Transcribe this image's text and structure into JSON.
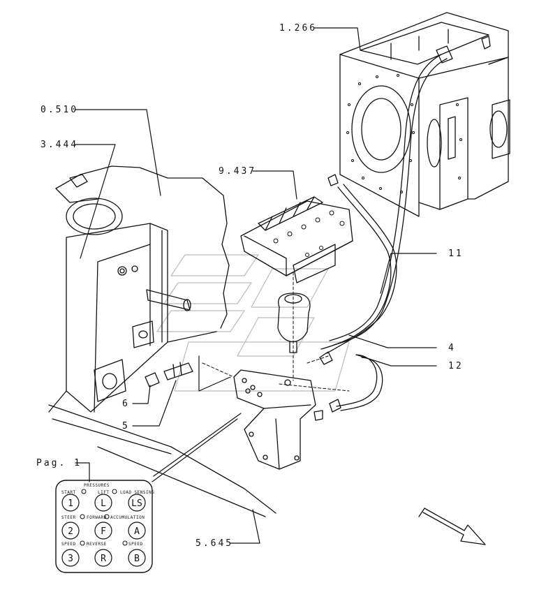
{
  "callouts": {
    "c1266": "1.266",
    "c0510": "0.510",
    "c3444": "3.444",
    "c9437": "9.437",
    "c11": "11",
    "c4": "4",
    "c12": "12",
    "c6": "6",
    "c5": "5",
    "c5645": "5.645",
    "pag": "Pag. 1"
  },
  "panel": {
    "title": "PRESSURES",
    "small_labels": [
      "START",
      "LIFT",
      "LOAD SENSING",
      "STEER",
      "FORWARD",
      "ACCUMULATION",
      "SPEED",
      "REVERSE",
      "SPEED"
    ],
    "keys": [
      "1",
      "L",
      "LS",
      "2",
      "F",
      "A",
      "3",
      "R",
      "B"
    ]
  }
}
